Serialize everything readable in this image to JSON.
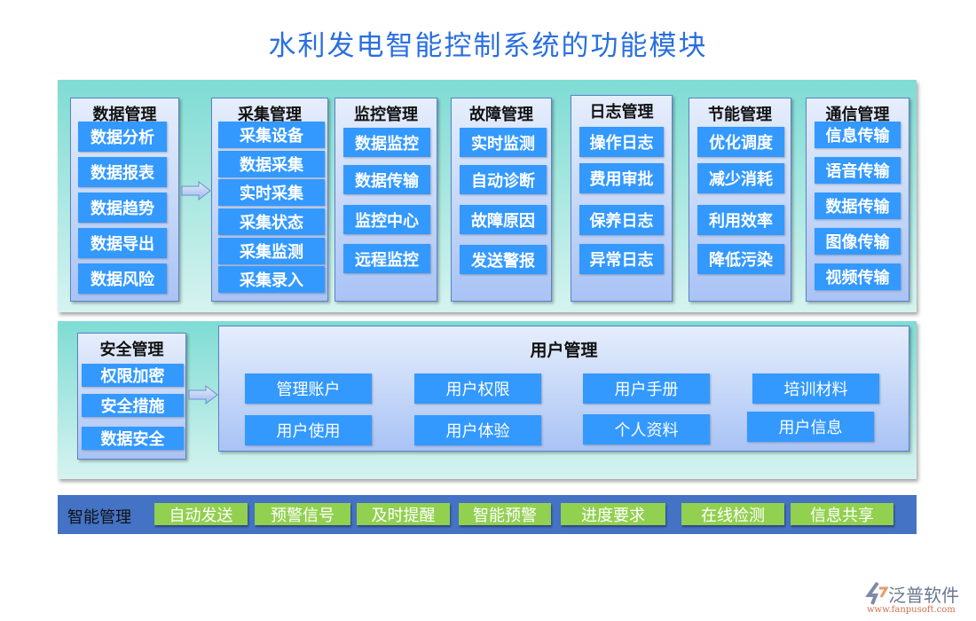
{
  "title": "水利发电智能控制系统的功能模块",
  "top_modules": [
    {
      "name": "数据管理",
      "items": [
        "数据分析",
        "数据报表",
        "数据趋势",
        "数据导出",
        "数据风险"
      ]
    },
    {
      "name": "采集管理",
      "items": [
        "采集设备",
        "数据采集",
        "实时采集",
        "采集状态",
        "采集监测",
        "采集录入"
      ]
    },
    {
      "name": "监控管理",
      "items": [
        "数据监控",
        "数据传输",
        "监控中心",
        "远程监控"
      ]
    },
    {
      "name": "故障管理",
      "items": [
        "实时监测",
        "自动诊断",
        "故障原因",
        "发送警报"
      ]
    },
    {
      "name": "日志管理",
      "items": [
        "操作日志",
        "费用审批",
        "保养日志",
        "异常日志"
      ]
    },
    {
      "name": "节能管理",
      "items": [
        "优化调度",
        "减少消耗",
        "利用效率",
        "降低污染"
      ]
    },
    {
      "name": "通信管理",
      "items": [
        "信息传输",
        "语音传输",
        "数据传输",
        "图像传输",
        "视频传输"
      ]
    }
  ],
  "security": {
    "name": "安全管理",
    "items": [
      "权限加密",
      "安全措施",
      "数据安全"
    ]
  },
  "user": {
    "name": "用户管理",
    "items": [
      "管理账户",
      "用户权限",
      "用户手册",
      "培训材料",
      "用户使用",
      "用户体验",
      "个人资料",
      "用户信息"
    ]
  },
  "smart": {
    "name": "智能管理",
    "items": [
      "自动发送",
      "预警信号",
      "及时提醒",
      "智能预警",
      "进度要求",
      "在线检测",
      "信息共享"
    ]
  },
  "logo": {
    "text": "泛普软件",
    "url_text": "www.fanpusoft.com"
  },
  "colors": {
    "title": "#2a6fe0",
    "item": "#3399ff",
    "panel": "#7edcd4",
    "bar": "#4472c4",
    "green_button": "#92d050"
  }
}
